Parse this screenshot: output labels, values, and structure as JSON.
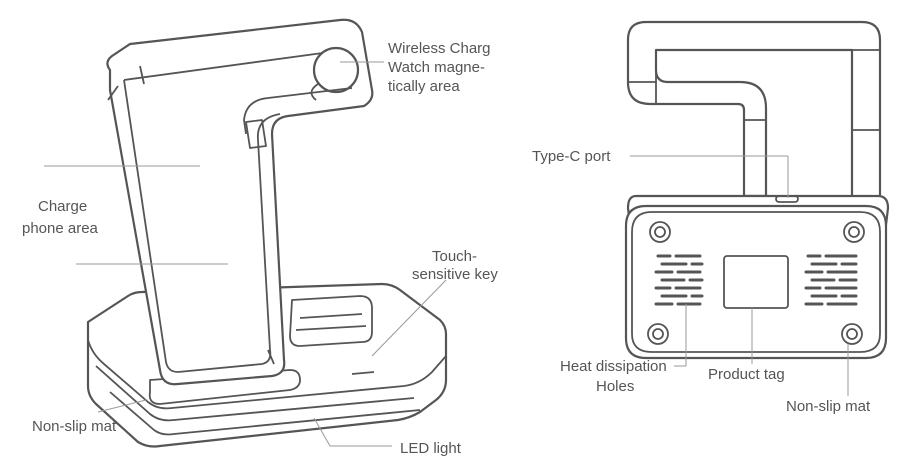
{
  "left_labels": {
    "wireless_line1": "Wireless Charg",
    "wireless_line2": "Watch magne-",
    "wireless_line3": "tically area",
    "charge_line1": "Charge",
    "charge_line2": "phone area",
    "touch_line1": "Touch-",
    "touch_line2": "sensitive key",
    "nonslip": "Non-slip mat",
    "led": "LED  light"
  },
  "right_labels": {
    "typec": "Type-C port",
    "heat_line1": "Heat dissipation",
    "heat_line2": "Holes",
    "product_tag": "Product tag",
    "nonslip": "Non-slip mat"
  }
}
